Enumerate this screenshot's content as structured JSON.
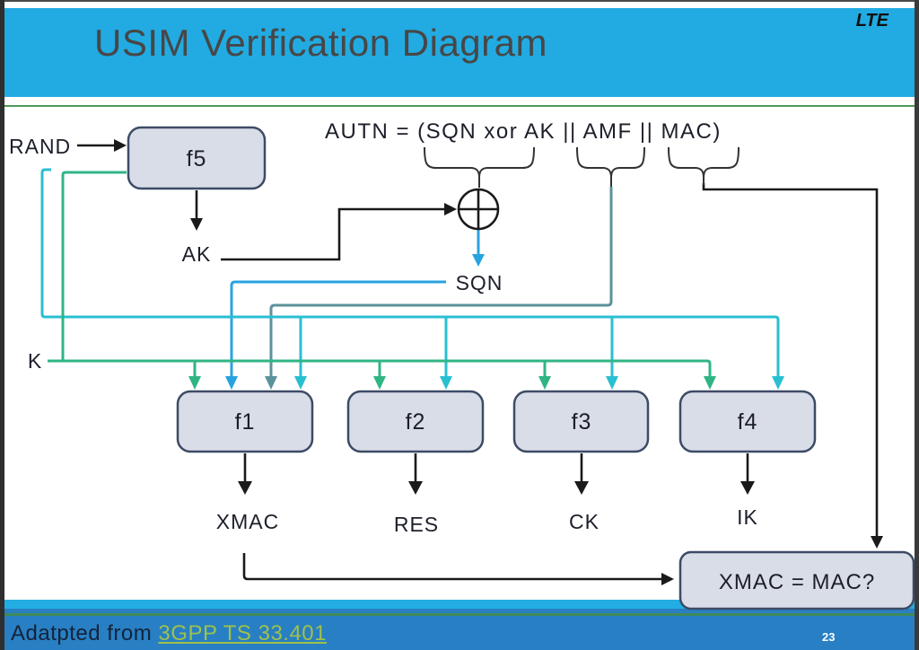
{
  "slide": {
    "title": "USIM Verification Diagram",
    "badge": "LTE",
    "page_number": "23",
    "footer": {
      "prefix": "Adatpted from ",
      "link": "3GPP TS 33.401"
    }
  },
  "diagram": {
    "formula": "AUTN = (SQN xor AK || AMF || MAC)",
    "labels": {
      "rand": "RAND",
      "ak": "AK",
      "sqn": "SQN",
      "k": "K",
      "xmac": "XMAC",
      "res": "RES",
      "ck": "CK",
      "ik": "IK"
    },
    "boxes": {
      "f5": "f5",
      "f1": "f1",
      "f2": "f2",
      "f3": "f3",
      "f4": "f4",
      "compare": "XMAC = MAC?"
    },
    "icons": {
      "xor": "xor-circle-plus-icon"
    },
    "colors": {
      "header_blue": "#22abe2",
      "separator_green": "#4e9858",
      "footer_bright_blue": "#22ade3",
      "footer_mid_blue": "#2a7fc0",
      "footer_green_line": "#3f8a5a",
      "footer_main_blue": "#287fc3",
      "link_green": "#9dc14b",
      "title_gray": "#474747",
      "box_fill": "#d9dde7",
      "box_border": "#3c4b66",
      "line_black": "#1a1a1a",
      "line_k_green": "#2fb584",
      "line_rand_cyan": "#29bfd2",
      "line_sqn_blue": "#29a3e0",
      "line_amf_teal": "#5b929b"
    }
  }
}
